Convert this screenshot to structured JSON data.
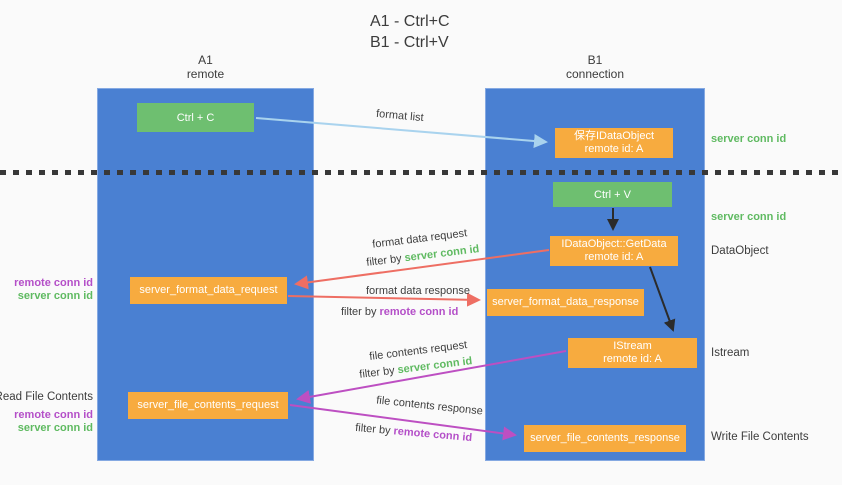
{
  "title": {
    "line1": "A1 - Ctrl+C",
    "line2": "B1 - Ctrl+V"
  },
  "lanes": {
    "left": {
      "name": "A1",
      "role": "remote"
    },
    "right": {
      "name": "B1",
      "role": "connection"
    }
  },
  "boxes": {
    "ctrl_c": {
      "label": "Ctrl + C"
    },
    "save_dataobject": {
      "line1": "保存IDataObject",
      "line2": "remote id: A"
    },
    "ctrl_v": {
      "label": "Ctrl + V"
    },
    "getdata": {
      "line1": "IDataObject::GetData",
      "line2": "remote id: A"
    },
    "istream": {
      "line1": "IStream",
      "line2": "remote id: A"
    },
    "format_request": {
      "label": "server_format_data_request"
    },
    "format_response": {
      "label": "server_format_data_response"
    },
    "file_request": {
      "label": "server_file_contents_request"
    },
    "file_response": {
      "label": "server_file_contents_response"
    }
  },
  "arrow_labels": {
    "format_list": "format list",
    "format_data_request": "format data request",
    "format_data_request_filter": {
      "prefix": "filter by",
      "key": "server conn id"
    },
    "format_data_response": "format data response",
    "format_data_response_filter": {
      "prefix": "filter by",
      "key": "remote conn id"
    },
    "file_contents_request": "file contents request",
    "file_contents_request_filter": {
      "prefix": "filter by",
      "key": "server conn id"
    },
    "file_contents_response": "file contents response",
    "file_contents_response_filter": {
      "prefix": "filter by",
      "key": "remote conn id"
    }
  },
  "side_labels": {
    "right_server_conn_id_top": "server conn id",
    "right_server_conn_id_mid": "server conn id",
    "dataobject": "DataObject",
    "istream": "Istream",
    "write_file_contents": "Write File Contents",
    "left_remote_conn_id_top": "remote conn id",
    "left_server_conn_id_top": "server conn id",
    "read_file_contents": "Read File Contents",
    "left_remote_conn_id_bottom": "remote conn id",
    "left_server_conn_id_bottom": "server conn id"
  },
  "colors": {
    "lane_blue": "#4a80d2",
    "box_orange": "#f7ab3f",
    "box_green": "#6ebf70",
    "conn_green": "#5fba61",
    "conn_purple": "#b44fc8",
    "arrow_blue": "#a9d3ee",
    "arrow_red": "#ee6e63",
    "arrow_magenta": "#bd4fc2",
    "arrow_black": "#2b2b2b"
  }
}
